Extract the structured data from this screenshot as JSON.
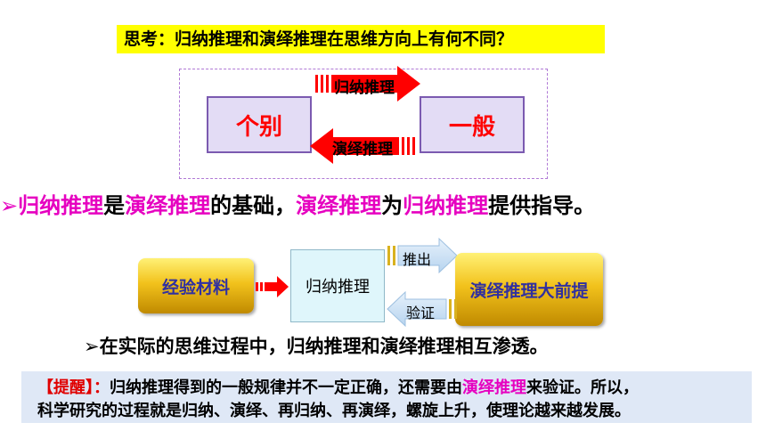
{
  "question": "思考：归纳推理和演绎推理在思维方向上有何不同？",
  "top_diagram": {
    "left_node": "个别",
    "right_node": "一般",
    "arrow_right_label": "归纳推理",
    "arrow_left_label": "演绎推理"
  },
  "principle": {
    "bullet": "➢",
    "part1": "归纳推理",
    "part2": "是",
    "part3": "演绎推理",
    "part4": "的基础，",
    "part5": "演绎推理",
    "part6": "为",
    "part7": "归纳推理",
    "part8": "提供指导。"
  },
  "flow_diagram": {
    "experience_box": "经验材料",
    "induction_box": "归纳推理",
    "premise_box": "演绎推理大前提",
    "push_label": "推出",
    "verify_label": "验证"
  },
  "interpenetrate": "➢在实际的思维过程中，归纳推理和演绎推理相互渗透。",
  "reminder": {
    "tag": "【提醒】：",
    "line1_a": "归纳推理得到的一般规律并不一定正确，还需要由",
    "line1_b": "演绎推理",
    "line1_c": "来验证。所以，",
    "line2": "科学研究的过程就是归纳、演绎、再归纳、再演绎，螺旋上升，使理论越来越发展。"
  },
  "colors": {
    "yellow": "#ffff00",
    "red": "#ff0000",
    "magenta": "#e600c0",
    "lavender": "#e3dcf5",
    "gold": "#f2c21c",
    "light_cyan": "#dff6fb",
    "pale_blue": "#dfe8f6"
  }
}
